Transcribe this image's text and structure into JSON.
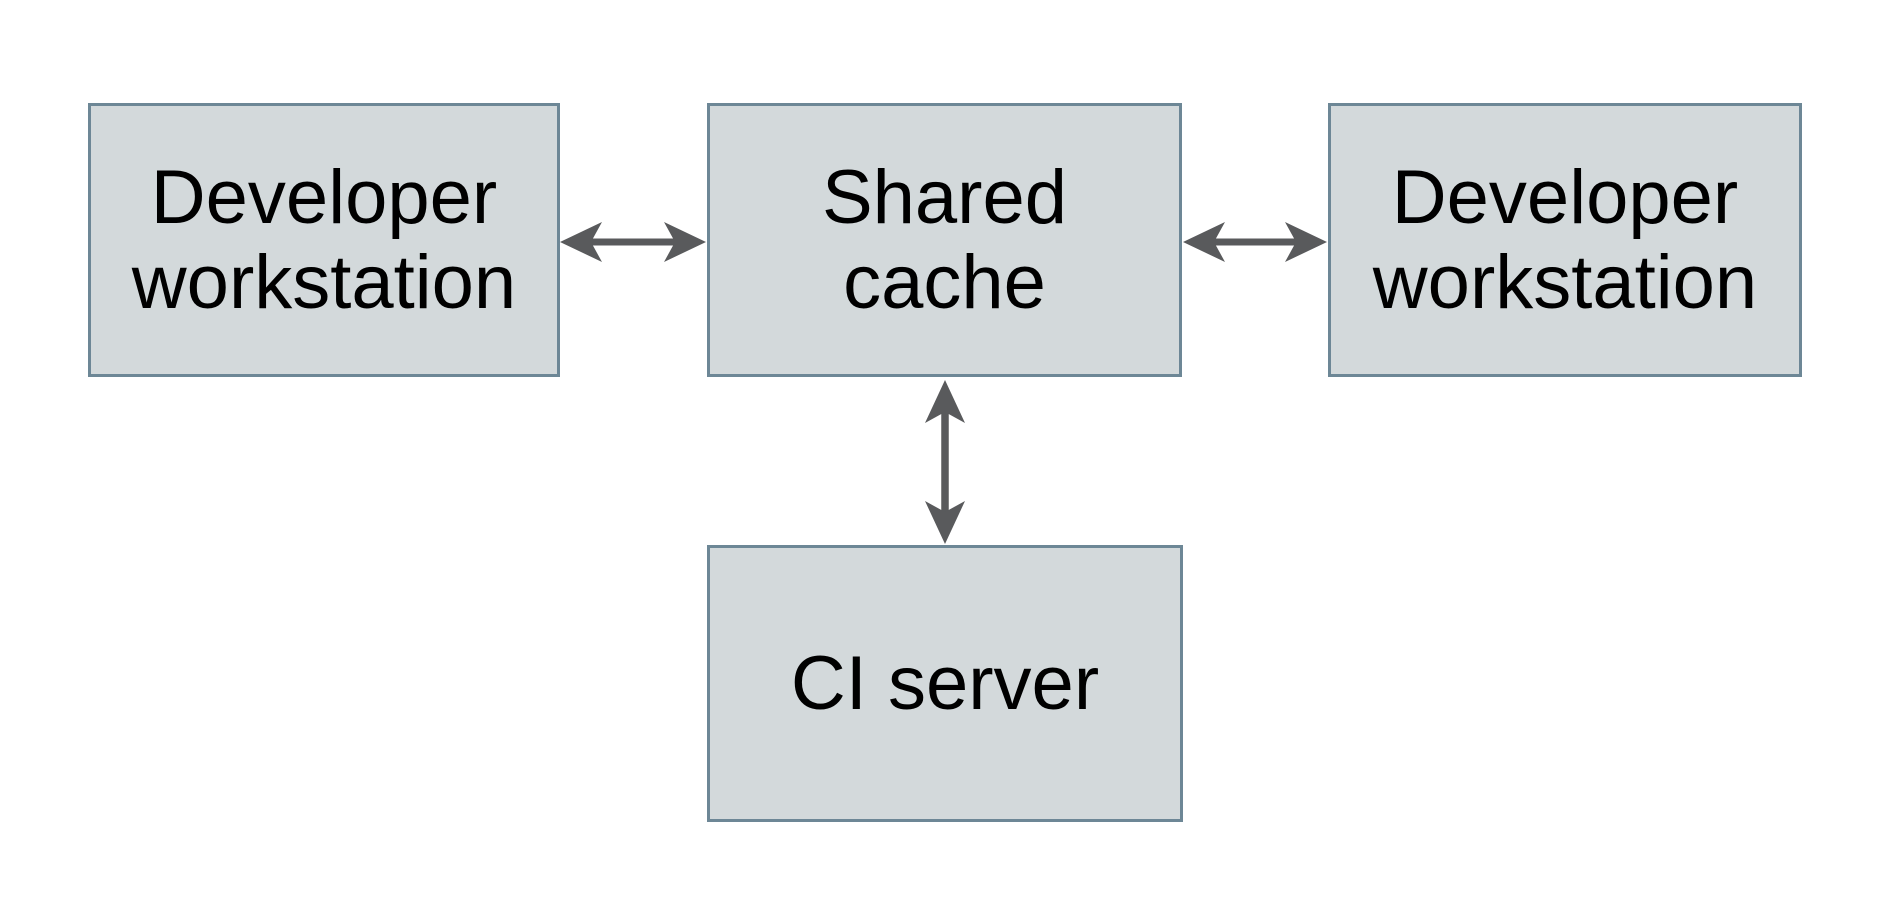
{
  "colors": {
    "background": "#ffffff",
    "box-fill": "#d3d9db",
    "box-border": "#6d8796",
    "arrow": "#595a5c",
    "text-color": "#000000"
  },
  "diagram": {
    "type": "flowchart",
    "nodes": [
      {
        "id": "developer-workstation-left",
        "label": "Developer workstation",
        "lines": {
          "l1": "Developer",
          "l2": "workstation"
        }
      },
      {
        "id": "shared-cache",
        "label": "Shared cache",
        "lines": {
          "l1": "Shared",
          "l2": "cache"
        }
      },
      {
        "id": "developer-workstation-right",
        "label": "Developer workstation",
        "lines": {
          "l1": "Developer",
          "l2": "workstation"
        }
      },
      {
        "id": "ci-server",
        "label": "CI server",
        "lines": {
          "l1": "CI server"
        }
      }
    ],
    "edges": [
      {
        "from": "developer-workstation-left",
        "to": "shared-cache",
        "direction": "bidirectional",
        "orientation": "horizontal"
      },
      {
        "from": "shared-cache",
        "to": "developer-workstation-right",
        "direction": "bidirectional",
        "orientation": "horizontal"
      },
      {
        "from": "shared-cache",
        "to": "ci-server",
        "direction": "bidirectional",
        "orientation": "vertical"
      }
    ]
  }
}
